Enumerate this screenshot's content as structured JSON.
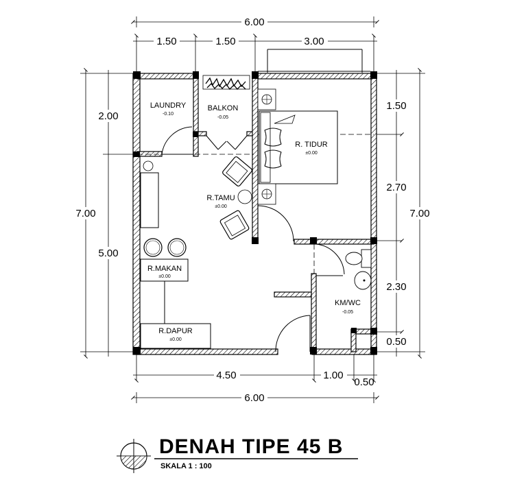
{
  "title": "DENAH TIPE 45 B",
  "scale": "SKALA 1 : 100",
  "dimensions": {
    "top_total": "6.00",
    "top_a": "1.50",
    "top_b": "1.50",
    "top_c": "3.00",
    "left_total": "7.00",
    "left_a": "2.00",
    "left_b": "5.00",
    "right_total": "7.00",
    "right_a": "1.50",
    "right_b": "2.70",
    "right_c": "2.30",
    "right_d": "0.50",
    "bottom_a": "4.50",
    "bottom_b": "1.00",
    "bottom_c": "0.50",
    "bottom_total": "6.00"
  },
  "rooms": {
    "laundry": {
      "name": "LAUNDRY",
      "level": "-0.10"
    },
    "balkon": {
      "name": "BALKON",
      "level": "-0.05"
    },
    "tidur": {
      "name": "R. TIDUR",
      "level": "±0.00"
    },
    "tamu": {
      "name": "R.TAMU",
      "level": "±0.00"
    },
    "makan": {
      "name": "R.MAKAN",
      "level": "±0.00"
    },
    "dapur": {
      "name": "R.DAPUR",
      "level": "±0.00"
    },
    "kmwc": {
      "name": "KM/WC",
      "level": "-0.05"
    }
  },
  "icons": [
    "north-arrow-icon",
    "bed-icon",
    "armchair-icon",
    "toilet-icon",
    "sink-icon",
    "stool-icon",
    "plant-icon"
  ]
}
